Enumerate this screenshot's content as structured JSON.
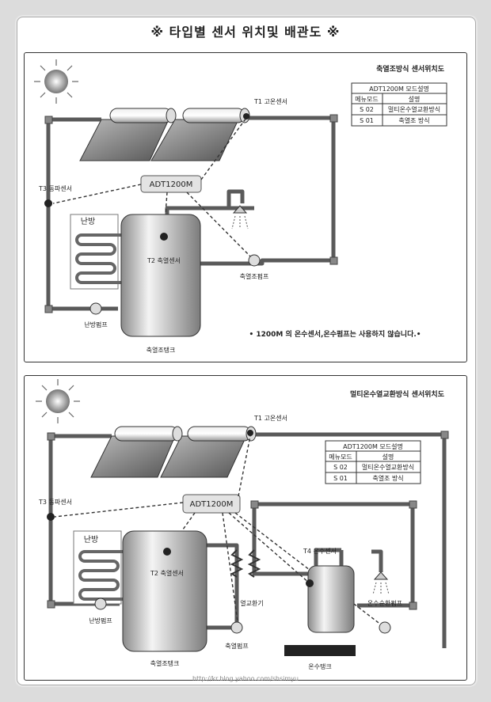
{
  "page_title": "※ 타입별 센서 위치및 배관도 ※",
  "footer_url": "http://kr.blog.yahoo.com/shsimyu",
  "top_diagram": {
    "heading": "축열조방식 센서위치도",
    "table_title": "ADT1200M 모드설명",
    "table_head": [
      "메뉴모드",
      "설명"
    ],
    "table_rows": [
      [
        "S 02",
        "멀티온수열교환방식"
      ],
      [
        "S 01",
        "축열조 방식"
      ]
    ],
    "controller": "ADT1200M",
    "heating_box": "난방",
    "labels": {
      "t1": "T1 고온센서",
      "t2": "T2 축열센서",
      "t3": "T3 동파센서",
      "storage_pump": "축열조펌프",
      "heating_pump": "난방펌프",
      "storage_tank": "축열조탱크"
    },
    "note": "• 1200M 의 온수센서,온수펌프는 사용하지 않습니다.•"
  },
  "bottom_diagram": {
    "heading": "멀티온수열교환방식 센서위치도",
    "table_title": "ADT1200M 모드설명",
    "table_head": [
      "메뉴모드",
      "설명"
    ],
    "table_rows": [
      [
        "S 02",
        "멀티온수열교환방식"
      ],
      [
        "S 01",
        "축열조 방식"
      ]
    ],
    "controller": "ADT1200M",
    "heating_box": "난방",
    "labels": {
      "t1": "T1 고온센서",
      "t2": "T2 축열센서",
      "t3": "T3 동파센서",
      "t4": "T4 온수센서",
      "heat_exchanger": "열교환기",
      "heat_pump": "축열펌프",
      "hw_pump": "온수순환펌프",
      "heating_pump": "난방펌프",
      "storage_tank": "축열조탱크",
      "hw_tank": "온수탱크"
    }
  }
}
